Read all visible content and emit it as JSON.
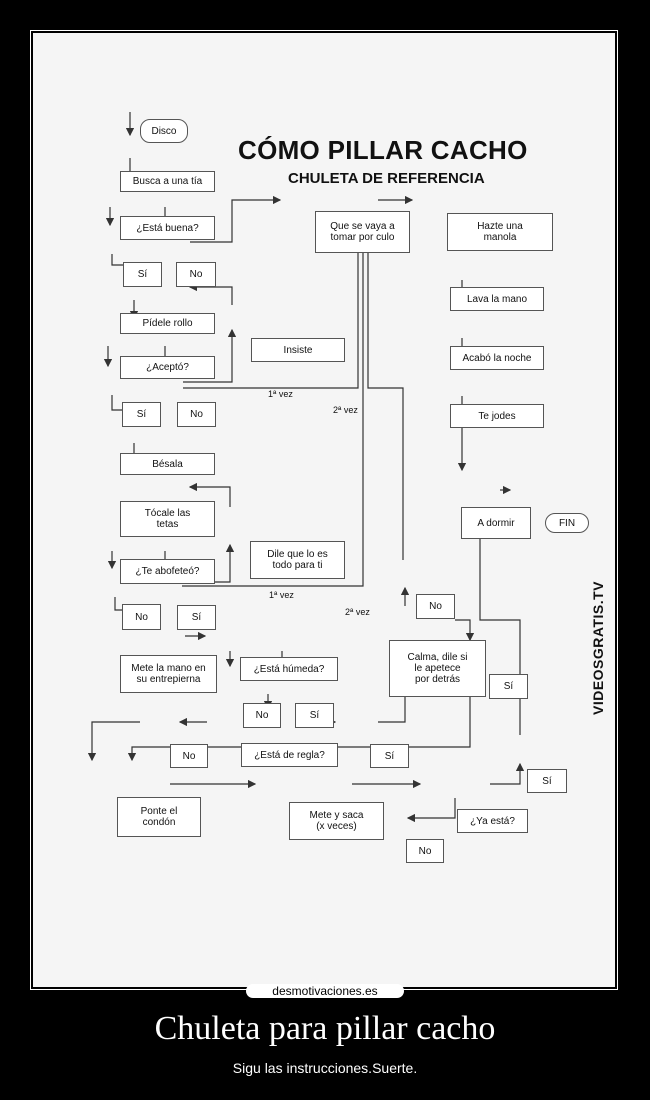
{
  "poster": {
    "caption": "Chuleta para pillar cacho",
    "subcaption": "Sigu las instrucciones.Suerte.",
    "site": "desmotivaciones.es"
  },
  "diagram": {
    "title": "CÓMO PILLAR CACHO",
    "subtitle": "CHULETA DE REFERENCIA",
    "watermark": "VIDEOSGRATIS.TV",
    "nodes": {
      "disco": "Disco",
      "busca": "Busca a una tía",
      "esta_buena": "¿Está buena?",
      "si1": "Sí",
      "no1": "No",
      "tomar": "Que se vaya a\ntomar por culo",
      "manola": "Hazte una\nmanola",
      "lava": "Lava la mano",
      "acabo": "Acabó la noche",
      "jodes": "Te jodes",
      "dormir": "A dormir",
      "fin": "FIN",
      "pidele": "Pídele rollo",
      "insiste": "Insiste",
      "acepto": "¿Aceptó?",
      "si2": "Sí",
      "no2": "No",
      "besala": "Bésala",
      "tocale": "Tócale las\ntetas",
      "dile": "Dile que lo es\ntodo para ti",
      "abofeteo": "¿Te abofeteó?",
      "no3": "No",
      "si3": "Sí",
      "mete_mano": "Mete la mano en\nsu entrepierna",
      "humeda": "¿Está húmeda?",
      "no4": "No",
      "si4": "Sí",
      "regla": "¿Está de regla?",
      "no5": "No",
      "si5": "Sí",
      "calma": "Calma, dile si\nle apetece\npor detrás",
      "no6": "No",
      "si6": "Sí",
      "condon": "Ponte el\ncondón",
      "mete_saca": "Mete y saca\n(x veces)",
      "ya_esta": "¿Ya está?",
      "no7": "No",
      "si7": "Sí"
    },
    "edge_labels": {
      "vez1_a": "1ª vez",
      "vez2_a": "2ª vez",
      "vez1_b": "1ª vez",
      "vez2_b": "2ª vez"
    }
  }
}
